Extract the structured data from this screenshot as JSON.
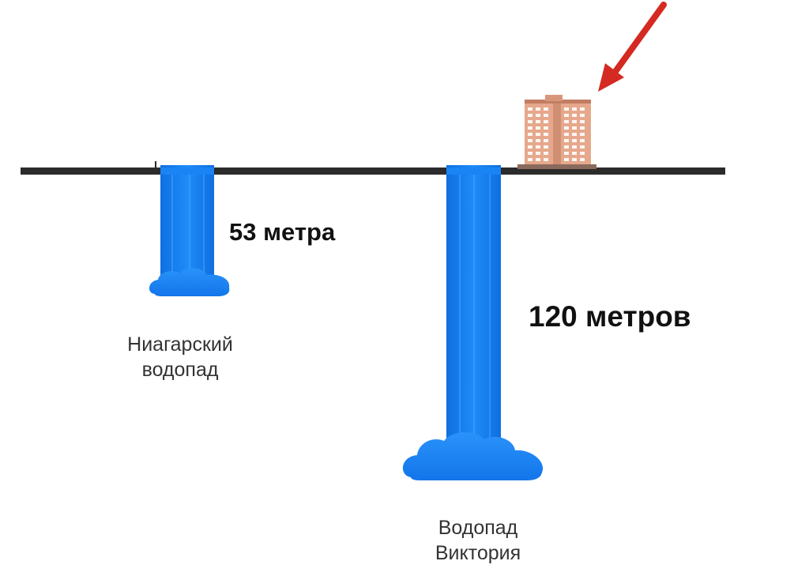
{
  "diagram": {
    "colors": {
      "ground": "#2b2b2b",
      "water": "#1a84f5",
      "water_dark": "#0f6fe0",
      "arrow": "#d42a22",
      "building": "#e6a88c",
      "building_shadow": "#c27d63",
      "window": "#ffffff"
    },
    "niagara": {
      "height_label": "53 метра",
      "name_line1": "Ниагарский",
      "name_line2": "водопад"
    },
    "victoria": {
      "height_label": "120 метров",
      "name_line1": "Водопад",
      "name_line2": "Виктория"
    },
    "icons": {
      "building": "apartment-building-icon",
      "arrow": "pointer-arrow-icon"
    }
  }
}
